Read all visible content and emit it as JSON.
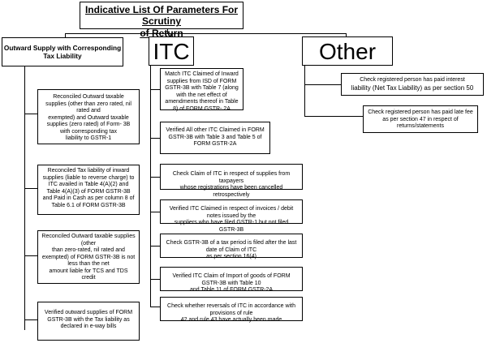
{
  "title": {
    "line1": "Indicative List Of Parameters For Scrutiny",
    "line2": "of Return"
  },
  "headings": {
    "left": "Outward Supply with Corresponding Tax Liability",
    "middle": "ITC",
    "right": "Other"
  },
  "left_boxes": [
    {
      "lines": [
        "Reconciled Outward taxable",
        "supplies (other than zero rated, nil",
        "rated and",
        "exempted) and Outward taxable",
        "supplies (zero rated) of Form- 3B",
        "with corresponding tax",
        "liability to GSTR-1"
      ]
    },
    {
      "lines": [
        "Reconciled Tax liability of inward",
        "supplies (liable to reverse charge) to",
        "ITC availed in Table 4(A)(2) and",
        "Table 4(A)(3) of FORM GSTR-3B",
        "and Paid in Cash as per column 8 of",
        "Table 6.1 of FORM GSTR-3B"
      ]
    },
    {
      "lines": [
        "Reconciled Outward taxable supplies",
        "(other",
        "than zero-rated, nil rated and",
        "exempted) of FORM GSTR-3B is not",
        "less than the net",
        "amount liable for TCS and TDS credit"
      ]
    },
    {
      "lines": [
        "Verified outward supplies of FORM",
        "GSTR-3B with the Tax liability as",
        "declared in e-way bills"
      ]
    }
  ],
  "middle_boxes": [
    {
      "lines": [
        "Match ITC Claimed of Inward",
        "supplies from ISD of FORM",
        "GSTR-3B with Table 7 (along",
        "with the net effect of",
        "amendments thereof in Table",
        "8) of FORM GSTR- 2A"
      ]
    },
    {
      "lines": [
        "Verified All other ITC Claimed in FORM",
        "GSTR-3B with Table 3 and Table 5  of",
        "FORM GSTR-2A"
      ]
    },
    {
      "lines": [
        "Check Claim of ITC in respect of supplies from taxpayers",
        "whose registrations have been cancelled retrospectively"
      ]
    },
    {
      "lines": [
        "Verified  ITC Claimed  in respect of invoices / debit notes issued by the",
        "suppliers who have filed GSTR-1 but not filed GSTR-3B"
      ]
    },
    {
      "lines": [
        "Check GSTR-3B of a tax period is filed after the last date of Claim of ITC",
        "as per section 16(4)"
      ]
    },
    {
      "lines": [
        "Verified ITC Claim of Import of goods of FORM GSTR-3B with Table 10",
        "and Table 11 of FORM GSTR-2A"
      ]
    },
    {
      "lines": [
        "Check whether reversals of ITC in accordance with provisions of rule",
        "42 and rule 43  have actually been made"
      ]
    }
  ],
  "right_boxes": [
    {
      "lines": [
        "Check registered person has paid interest",
        "liability  (Net Tax Liability) as per section 50"
      ]
    },
    {
      "lines": [
        "Check registered person has paid late fee",
        "as per section 47 in respect of",
        "returns/statements"
      ]
    }
  ]
}
